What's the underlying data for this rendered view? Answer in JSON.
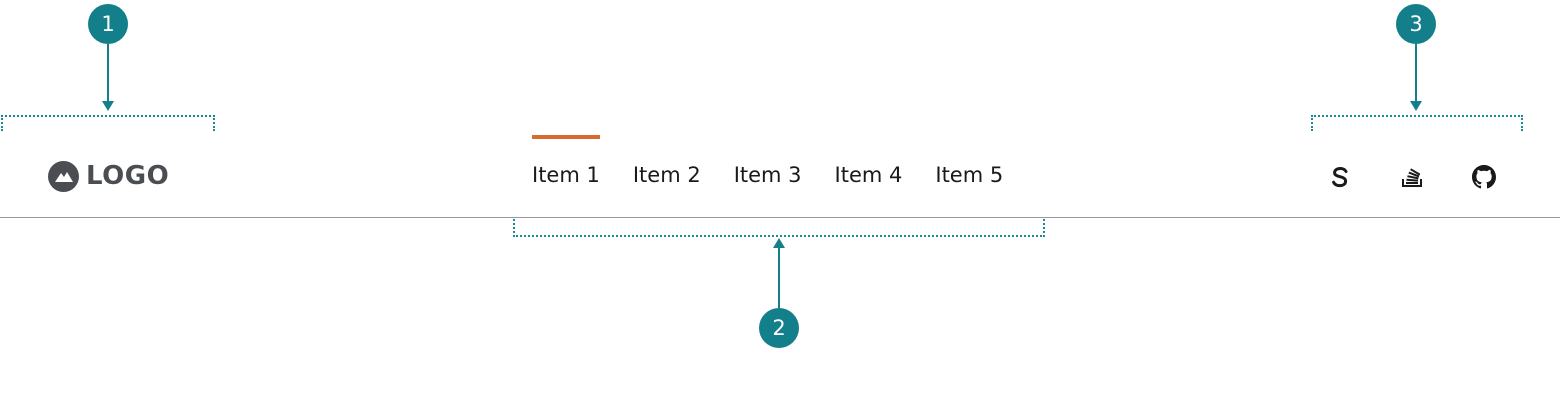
{
  "header": {
    "logo": {
      "text": "LOGO",
      "icon": "mountain-icon"
    },
    "nav": {
      "items": [
        {
          "label": "Item 1",
          "active": true
        },
        {
          "label": "Item 2",
          "active": false
        },
        {
          "label": "Item 3",
          "active": false
        },
        {
          "label": "Item 4",
          "active": false
        },
        {
          "label": "Item 5",
          "active": false
        }
      ]
    },
    "social": [
      {
        "icon": "sourcegraph-s-icon"
      },
      {
        "icon": "stack-overflow-icon"
      },
      {
        "icon": "github-icon"
      }
    ]
  },
  "annotations": [
    {
      "number": "1"
    },
    {
      "number": "2"
    },
    {
      "number": "3"
    }
  ],
  "colors": {
    "accent": "#d76a2c",
    "annotation": "#127f8a",
    "text": "#1a1a1a",
    "logo": "#4a4d52",
    "divider": "#9a9a9a"
  }
}
